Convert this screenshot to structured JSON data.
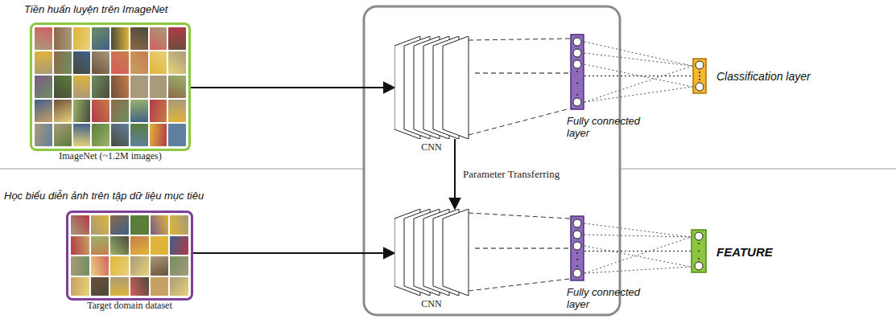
{
  "diagram": {
    "nodes": [
      {
        "text": [
          "ImageNet (~1.2M images)"
        ]
      },
      {
        "text": [
          "CNN"
        ]
      },
      {
        "text": [
          "Fully connected layer"
        ]
      },
      {
        "text": [
          "Classification layer"
        ]
      },
      {
        "text": [
          "Target domain dataset"
        ]
      },
      {
        "text": [
          "CNN"
        ]
      },
      {
        "text": [
          "Fully connected layer"
        ]
      },
      {
        "text": [
          "FEATURE"
        ]
      }
    ],
    "edges": [
      {
        "from": 0,
        "to": 1,
        "arrow": "to"
      },
      {
        "from": 1,
        "to": 2,
        "arrow": "none"
      },
      {
        "from": 2,
        "to": 3,
        "arrow": "none"
      },
      {
        "from": 1,
        "to": 5,
        "label": "Parameter Transferring",
        "arrow": "to"
      },
      {
        "from": 4,
        "to": 5,
        "arrow": "to"
      },
      {
        "from": 5,
        "to": 6,
        "arrow": "none"
      },
      {
        "from": 6,
        "to": 7,
        "arrow": "none"
      }
    ],
    "labels": [
      "Tiền huấn luyện trên ImageNet",
      "Học biểu diễn ảnh trên tập dữ liệu mục tiêu"
    ]
  }
}
